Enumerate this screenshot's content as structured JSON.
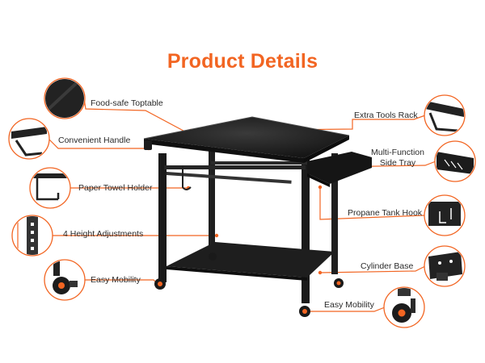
{
  "title": "Product Details",
  "accent_color": "#f26522",
  "features": {
    "toptable": "Food-safe Toptable",
    "handle": "Convenient Handle",
    "towel": "Paper Towel Holder",
    "height": "4 Height Adjustments",
    "mobility_left": "Easy Mobility",
    "tools_rack": "Extra Tools Rack",
    "side_tray_1": "Multi-Function",
    "side_tray_2": "Side Tray",
    "propane": "Propane Tank Hook",
    "cylinder": "Cylinder Base",
    "mobility_right": "Easy Mobility"
  }
}
